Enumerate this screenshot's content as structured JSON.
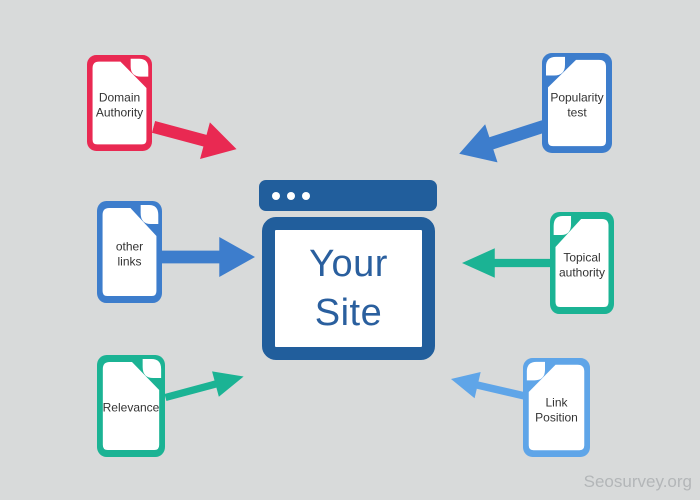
{
  "page": {
    "background_color": "#d8dada",
    "watermark": "Seosurvey.org",
    "watermark_color": "#b3b6b8",
    "label_text_color": "#333333"
  },
  "center_site": {
    "title_line1": "Your",
    "title_line2": "Site",
    "frame_color": "#215e9c",
    "text_color": "#2a5f9e",
    "dot_count": 3
  },
  "factors": [
    {
      "id": "domain-authority",
      "line1": "Domain",
      "line2": "Authority",
      "color": "#e92952",
      "side": "left",
      "arrow_direction": "down-right"
    },
    {
      "id": "other-links",
      "line1": "other",
      "line2": "links",
      "color": "#3d7dcc",
      "side": "left",
      "arrow_direction": "right"
    },
    {
      "id": "relevance",
      "line1": "Relevance",
      "line2": "",
      "color": "#1bb394",
      "side": "left",
      "arrow_direction": "up-right"
    },
    {
      "id": "popularity-test",
      "line1": "Popularity",
      "line2": "test",
      "color": "#3d7dcc",
      "side": "right",
      "arrow_direction": "down-left"
    },
    {
      "id": "topical-authority",
      "line1": "Topical",
      "line2": "authority",
      "color": "#1bb394",
      "side": "right",
      "arrow_direction": "left"
    },
    {
      "id": "link-position",
      "line1": "Link",
      "line2": "Position",
      "color": "#5fa5e8",
      "side": "right",
      "arrow_direction": "up-left"
    }
  ]
}
